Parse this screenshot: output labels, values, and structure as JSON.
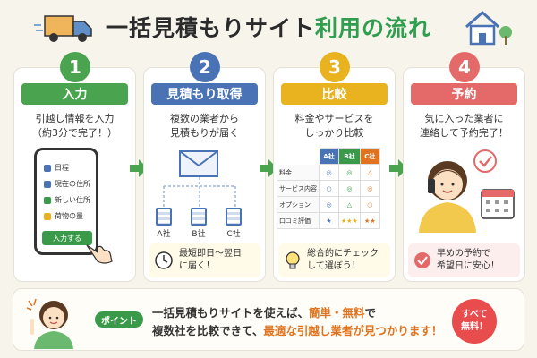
{
  "header": {
    "title_main": "一括見積もりサイト",
    "title_accent": "利用の流れ"
  },
  "colors": {
    "step1": "#4aa34f",
    "step2": "#4a73b5",
    "step3": "#e9b21f",
    "step4": "#e46a6a",
    "accent_orange": "#e0731f",
    "badge_red": "#e84c4c"
  },
  "steps": [
    {
      "number": "1",
      "label": "入力",
      "desc": [
        "引越し情報を入力",
        "（約3分で完了！）"
      ],
      "phone_items": [
        "日程",
        "現在の住所",
        "新しい住所",
        "荷物の量"
      ],
      "button": "入力する",
      "icons": [
        "calendar-icon",
        "home-icon",
        "new-home-icon",
        "box-icon"
      ]
    },
    {
      "number": "2",
      "label": "見積もり取得",
      "desc": [
        "複数の業者から",
        "見積もりが届く"
      ],
      "companies": [
        "A社",
        "B社",
        "C社"
      ],
      "note": [
        "最短即日〜翌日",
        "に届く！"
      ]
    },
    {
      "number": "3",
      "label": "比較",
      "desc": [
        "料金やサービスを",
        "しっかり比較"
      ],
      "table": {
        "headers": [
          "A社",
          "B社",
          "C社"
        ],
        "rows": [
          {
            "name": "料金",
            "cells": [
              "◎",
              "◎",
              "△"
            ]
          },
          {
            "name": "サービス内容",
            "cells": [
              "○",
              "◎",
              "◎"
            ]
          },
          {
            "name": "オプション",
            "cells": [
              "◎",
              "△",
              "○"
            ]
          },
          {
            "name": "口コミ評価",
            "cells": [
              "★",
              "★★★",
              "★★"
            ]
          }
        ]
      },
      "note": [
        "総合的にチェック",
        "して選ぼう！"
      ]
    },
    {
      "number": "4",
      "label": "予約",
      "desc": [
        "気に入った業者に",
        "連絡して予約完了！"
      ],
      "note": [
        "早めの予約で",
        "希望日に安心！"
      ]
    }
  ],
  "bottom": {
    "badge": "ポイント",
    "line1_pre": "一括見積もりサイトを使えば、",
    "line1_hl": "簡単・無料",
    "line1_post": "で",
    "line2_pre": "複数社を比較できて、",
    "line2_hl": "最適な引越し業者が見つかります！",
    "free_line1": "すべて",
    "free_line2": "無料！"
  }
}
